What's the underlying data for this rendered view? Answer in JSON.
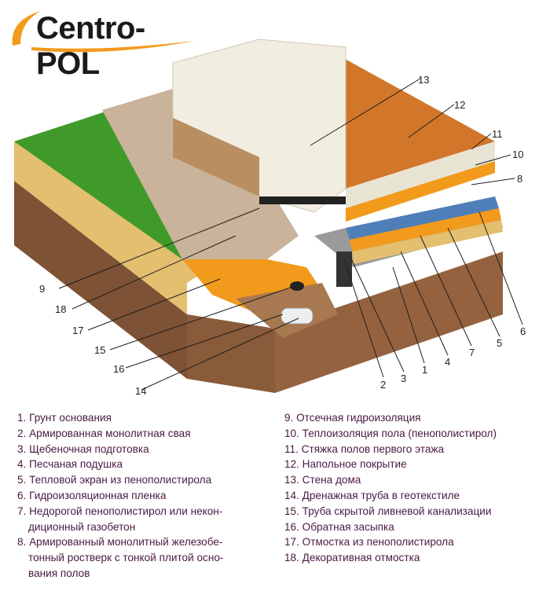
{
  "logo": {
    "text": "Centro-POL"
  },
  "diagram": {
    "callouts": [
      "13",
      "12",
      "11",
      "10",
      "8",
      "9",
      "18",
      "17",
      "15",
      "16",
      "14",
      "2",
      "3",
      "1",
      "4",
      "7",
      "5",
      "6"
    ]
  },
  "legend": {
    "left": [
      "1. Грунт основания",
      "2. Армированная монолитная свая",
      "3. Щебеночная подготовка",
      "4. Песчаная подушка",
      "5. Тепловой экран из пенополистирола",
      "6. Гидроизоляционная пленка",
      "7. Недорогой пенополистирол или некон-",
      "дици­онный газобетон",
      "8. Армированный монолитный железобе-",
      "тонный ростверк с тонкой плитой осно-",
      "вания полов"
    ],
    "right": [
      "9. Отсечная гидроизоляция",
      "10. Теплоизоляция пола (пенополистирол)",
      "11. Стяжка полов первого этажа",
      "12. Напольное покрытие",
      "13. Стена дома",
      "14. Дренажная труба в геотекстиле",
      "15. Труба скрытой ливневой канализации",
      "16. Обратная засыпка",
      "17. Отмостка из пенополистирола",
      "18. Декоративная отмостка"
    ]
  },
  "colors": {
    "grass": "#3f9a2a",
    "soil": "#8a5b3a",
    "sand": "#e3bf6f",
    "foam_orange": "#f29a1c",
    "wood": "#d2772a",
    "wall": "#f1ede0",
    "insulation_blue": "#4f7fb8",
    "gravel": "#c9b39a",
    "legend_text": "#4a1942"
  }
}
